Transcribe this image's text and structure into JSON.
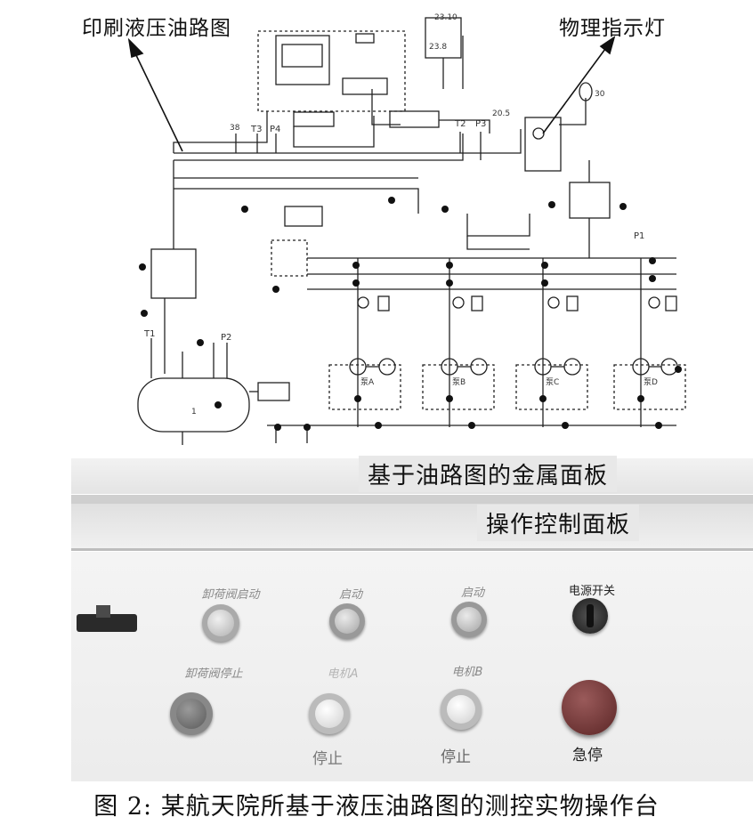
{
  "callouts": {
    "left": "印刷液压油路图",
    "right": "物理指示灯"
  },
  "panel_labels": {
    "metal_panel": "基于油路图的金属面板",
    "control_panel": "操作控制面板"
  },
  "schematic_labels": {
    "header_box": "23.10",
    "valve_small": "23.8",
    "indicator": "30",
    "gauge_38": "38",
    "t3": "T3",
    "p4": "P4",
    "t2": "T2",
    "p3": "P3",
    "val_20_5": "20.5",
    "p1": "P1",
    "t1": "T1",
    "p2": "P2",
    "pump_a": "泵A",
    "pump_b": "泵B",
    "pump_c": "泵C",
    "pump_d": "泵D",
    "tank": "1"
  },
  "buttons": {
    "row1": [
      {
        "label": "卸荷阀启动"
      },
      {
        "label": "启动"
      },
      {
        "label": "启动"
      },
      {
        "label": "电源开关"
      }
    ],
    "row2": [
      {
        "label": "卸荷阀停止"
      },
      {
        "label": "电机A"
      },
      {
        "label": "电机B"
      },
      {
        "label": ""
      }
    ],
    "bottom": [
      {
        "label": "停止"
      },
      {
        "label": "停止"
      },
      {
        "label": "急停"
      }
    ]
  },
  "caption": "图 2: 某航天院所基于液压油路图的测控实物操作台",
  "colors": {
    "panel_label_bg": "#e8e8e8",
    "emergency_red": "#7a2e2e",
    "button_steel": "#b8b8b8"
  }
}
